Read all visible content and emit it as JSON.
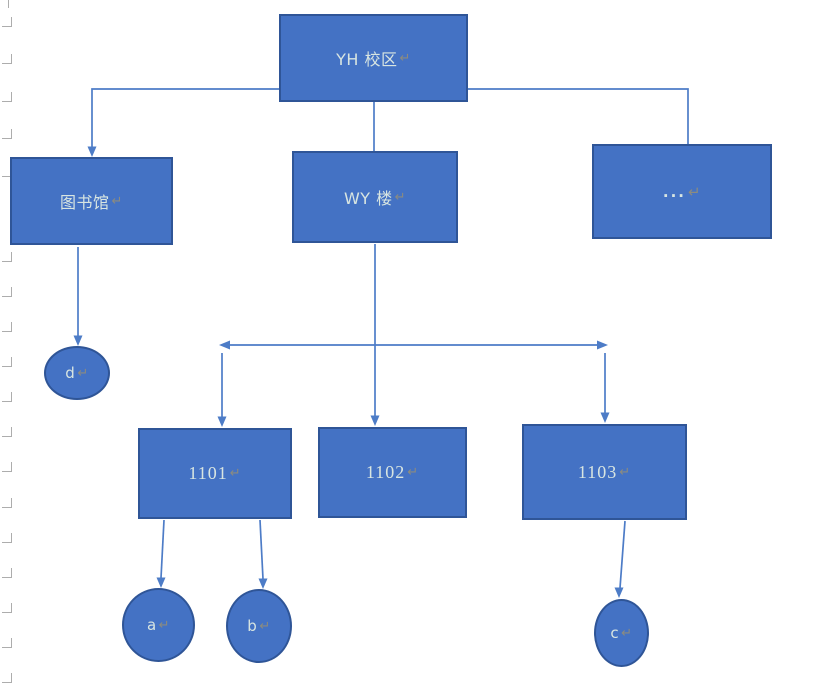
{
  "document": {
    "type": "word-drawing-canvas",
    "return_mark_char": "↵"
  },
  "colors": {
    "node_fill": "#4472C4",
    "node_border": "#2F5597",
    "node_text": "#D8E5E1",
    "connector": "#4D7CC7",
    "return_mark": "#8B8B80",
    "margin_mark": "#ADADAD",
    "background": "#FFFFFF"
  },
  "nodes": {
    "yh": {
      "label": "YH 校区",
      "shape": "rect"
    },
    "library": {
      "label": "图书馆",
      "shape": "rect"
    },
    "wy": {
      "label": "WY 楼",
      "shape": "rect"
    },
    "dots": {
      "label": "...",
      "shape": "rect"
    },
    "r1101": {
      "label": "1101",
      "shape": "rect"
    },
    "r1102": {
      "label": "1102",
      "shape": "rect"
    },
    "r1103": {
      "label": "1103",
      "shape": "rect"
    },
    "a": {
      "label": "a",
      "shape": "ellipse"
    },
    "b": {
      "label": "b",
      "shape": "ellipse"
    },
    "c": {
      "label": "c",
      "shape": "ellipse"
    },
    "d": {
      "label": "d",
      "shape": "ellipse"
    }
  },
  "edges": [
    {
      "from": "YH 校区",
      "to": "图书馆",
      "arrow": true
    },
    {
      "from": "YH 校区",
      "to": "WY 楼",
      "arrow": false
    },
    {
      "from": "YH 校区",
      "to": "...",
      "arrow": false
    },
    {
      "from": "图书馆",
      "to": "d",
      "arrow": true
    },
    {
      "from": "WY 楼",
      "to": "1101",
      "arrow": true
    },
    {
      "from": "WY 楼",
      "to": "1102",
      "arrow": true
    },
    {
      "from": "WY 楼",
      "to": "1103",
      "arrow": true
    },
    {
      "from": "1101",
      "to": "a",
      "arrow": true
    },
    {
      "from": "1101",
      "to": "b",
      "arrow": true
    },
    {
      "from": "1103",
      "to": "c",
      "arrow": true
    }
  ],
  "margin_marks": {
    "ys": [
      26,
      63,
      101,
      138,
      176,
      261,
      296,
      331,
      366,
      401,
      436,
      471,
      507,
      542,
      577,
      612,
      647,
      682
    ]
  }
}
